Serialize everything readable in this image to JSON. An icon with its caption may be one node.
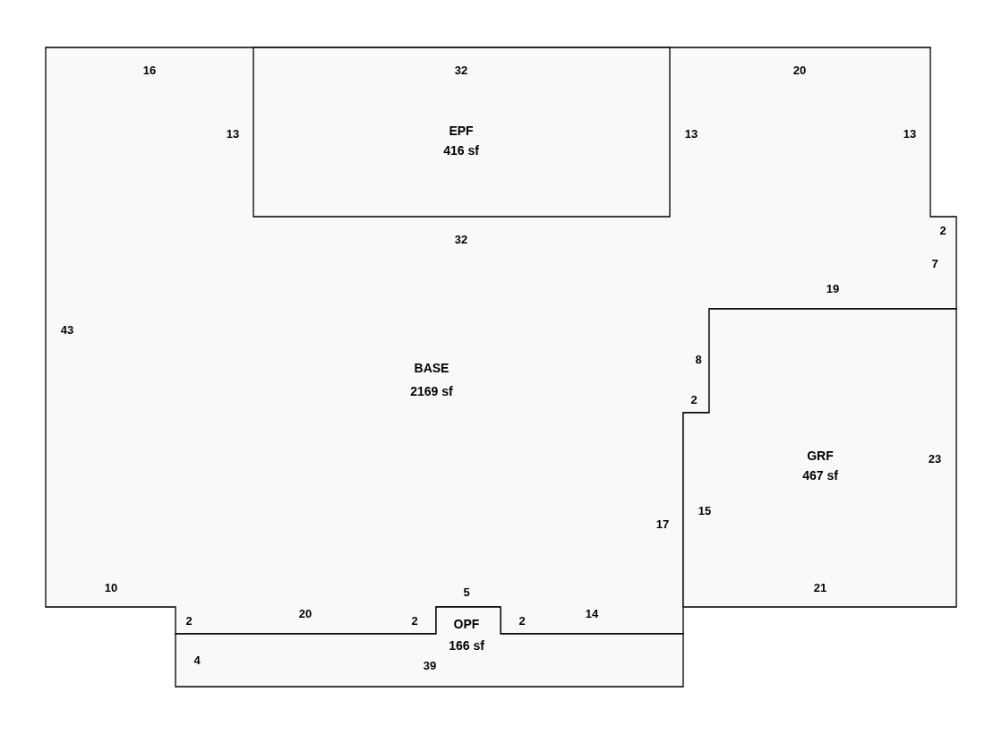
{
  "diagram": {
    "nodes": [
      {
        "text": [
          "BASE",
          "2169 sf"
        ]
      },
      {
        "text": [
          "EPF",
          "416 sf"
        ],
        "in": 0
      },
      {
        "text": [
          "GRF",
          "467 sf"
        ]
      },
      {
        "text": [
          "OPF",
          "166 sf"
        ]
      }
    ],
    "labels": [
      "16",
      "32",
      "20",
      "13",
      "13",
      "13",
      "32",
      "2",
      "7",
      "19",
      "43",
      "8",
      "2",
      "23",
      "15",
      "17",
      "10",
      "21",
      "5",
      "2",
      "20",
      "2",
      "2",
      "14",
      "4",
      "39"
    ]
  }
}
